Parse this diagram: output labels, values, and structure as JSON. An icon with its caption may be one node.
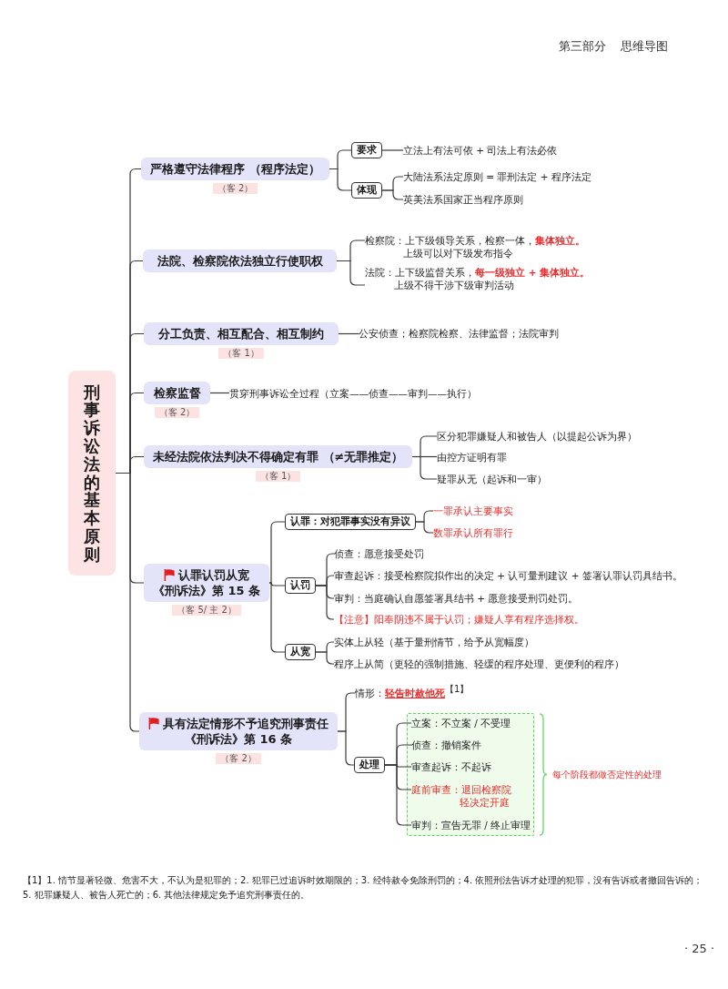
{
  "diagram": {
    "nodes": [
      {
        "text": [
          "刑事诉讼法的基本原则"
        ]
      },
      {
        "text": [
          "严格遵守法律程序 （程序法定）"
        ],
        "beside": [
          "（客 2）"
        ]
      },
      {
        "text": [
          "要求"
        ]
      },
      {
        "text": [
          "立法上有法可依 + 司法上有法必依"
        ]
      },
      {
        "text": [
          "体现"
        ]
      },
      {
        "text": [
          "大陆法系法定原则 = 罪刑法定 + 程序法定"
        ]
      },
      {
        "text": [
          "英美法系国家正当程序原则"
        ]
      },
      {
        "text": [
          "法院、检察院依法独立行使职权"
        ]
      },
      {
        "text": [
          "检察院：上下级领导关系，检察一体，**集体独立。**",
          "上级可以对下级发布指令"
        ]
      },
      {
        "text": [
          "法院：上下级监督关系，**每一级独立 + 集体独立。**",
          "上级不得干涉下级审判活动"
        ]
      },
      {
        "text": [
          "分工负责、相互配合、相互制约"
        ],
        "beside": [
          "（客 1）"
        ]
      },
      {
        "text": [
          "公安侦查；检察院检察、法律监督；法院审判"
        ]
      },
      {
        "text": [
          "检察监督"
        ],
        "beside": [
          "（客 2）"
        ]
      },
      {
        "text": [
          "贯穿刑事诉讼全过程（立案——侦查——审判——执行）"
        ]
      },
      {
        "text": [
          "未经法院依法判决不得确定有罪 （≠无罪推定）"
        ],
        "beside": [
          "（客 1）"
        ]
      },
      {
        "text": [
          "区分犯罪嫌疑人和被告人（以提起公诉为界）"
        ]
      },
      {
        "text": [
          "由控方证明有罪"
        ]
      },
      {
        "text": [
          "疑罪从无（起诉和一审）"
        ]
      },
      {
        "text": [
          "认罪认罚从宽",
          "《刑诉法》第 15 条"
        ],
        "beside": [
          "（客 5/ 主 2）"
        ]
      },
      {
        "text": [
          "认罪：对犯罪事实没有异议"
        ]
      },
      {
        "text": [
          "一罪承认主要事实"
        ]
      },
      {
        "text": [
          "数罪承认所有罪行"
        ]
      },
      {
        "text": [
          "认罚"
        ]
      },
      {
        "text": [
          "侦查：愿意接受处罚"
        ]
      },
      {
        "text": [
          "审查起诉：接受检察院拟作出的决定 + 认可量刑建议 + 签署认罪认罚具结书。"
        ]
      },
      {
        "text": [
          "审判：当庭确认自愿签署具结书 + 愿意接受刑罚处罚。"
        ]
      },
      {
        "text": [
          "【注意】阳奉阴违不属于认罚；嫌疑人享有程序选择权。"
        ]
      },
      {
        "text": [
          "从宽"
        ]
      },
      {
        "text": [
          "实体上从轻（基于量刑情节，给予从宽幅度）"
        ]
      },
      {
        "text": [
          "程序上从简（更轻的强制措施、轻缓的程序处理、更便利的程序）"
        ]
      },
      {
        "text": [
          "具有法定情形不予追究刑事责任",
          "《刑诉法》第 16 条"
        ],
        "beside": [
          "（客 2）"
        ]
      },
      {
        "text": [
          "情形：**轻告时赦他死**$^{【1】}$"
        ]
      },
      {
        "text": [
          "处理"
        ]
      },
      {
        "text": [],
        "shape": "box",
        "beside": [
          "每个阶段都做否定性的处理"
        ]
      },
      {
        "text": [
          "立案：不立案 / 不受理"
        ],
        "in": 33
      },
      {
        "text": [
          "侦查：撤销案件"
        ],
        "in": 33
      },
      {
        "text": [
          "审查起诉：不起诉"
        ],
        "in": 33
      },
      {
        "text": [
          "庭前审查：退回检察院",
          "轻决定开庭"
        ],
        "in": 33
      },
      {
        "text": [
          "审判：宣告无罪 / 终止审理"
        ],
        "in": 33
      }
    ],
    "edges": [
      {
        "from": 0,
        "to": 1,
        "arrow": "none"
      },
      {
        "from": 0,
        "to": 7,
        "arrow": "none"
      },
      {
        "from": 0,
        "to": 10,
        "arrow": "none"
      },
      {
        "from": 0,
        "to": 12,
        "arrow": "none"
      },
      {
        "from": 0,
        "to": 14,
        "arrow": "none"
      },
      {
        "from": 0,
        "to": 18,
        "arrow": "none"
      },
      {
        "from": 0,
        "to": 30,
        "arrow": "none"
      },
      {
        "from": 1,
        "to": 2,
        "arrow": "none"
      },
      {
        "from": 1,
        "to": 4,
        "arrow": "none"
      },
      {
        "from": 2,
        "to": 3,
        "arrow": "none"
      },
      {
        "from": 4,
        "to": 5,
        "arrow": "none"
      },
      {
        "from": 4,
        "to": 6,
        "arrow": "none"
      },
      {
        "from": 7,
        "to": 8,
        "arrow": "none"
      },
      {
        "from": 7,
        "to": 9,
        "arrow": "none"
      },
      {
        "from": 10,
        "to": 11,
        "arrow": "none"
      },
      {
        "from": 12,
        "to": 13,
        "arrow": "none"
      },
      {
        "from": 14,
        "to": 15,
        "arrow": "none"
      },
      {
        "from": 14,
        "to": 16,
        "arrow": "none"
      },
      {
        "from": 14,
        "to": 17,
        "arrow": "none"
      },
      {
        "from": 18,
        "to": 19,
        "arrow": "none"
      },
      {
        "from": 18,
        "to": 22,
        "arrow": "none"
      },
      {
        "from": 18,
        "to": 27,
        "arrow": "none"
      },
      {
        "from": 19,
        "to": 20,
        "arrow": "none"
      },
      {
        "from": 19,
        "to": 21,
        "arrow": "none"
      },
      {
        "from": 22,
        "to": 23,
        "arrow": "none"
      },
      {
        "from": 22,
        "to": 24,
        "arrow": "none"
      },
      {
        "from": 22,
        "to": 25,
        "arrow": "none"
      },
      {
        "from": 22,
        "to": 26,
        "arrow": "none"
      },
      {
        "from": 27,
        "to": 28,
        "arrow": "none"
      },
      {
        "from": 27,
        "to": 29,
        "arrow": "none"
      },
      {
        "from": 30,
        "to": 31,
        "arrow": "none"
      },
      {
        "from": 30,
        "to": 32,
        "arrow": "none"
      },
      {
        "from": 32,
        "to": 34,
        "arrow": "none"
      },
      {
        "from": 32,
        "to": 35,
        "arrow": "none"
      },
      {
        "from": 32,
        "to": 36,
        "arrow": "none"
      },
      {
        "from": 32,
        "to": 37,
        "arrow": "none"
      },
      {
        "from": 32,
        "to": 38,
        "arrow": "none"
      }
    ],
    "labels": [
      "第三部分",
      "思维导图",
      "【1】1. 情节显著轻微、危害不大，不认为是犯罪的；2. 犯罪已过追诉时效期限的；3. 经特赦令免除刑罚的；4. 依照刑法告诉才处理的犯罪，没有告诉或者撤回告诉的；5. 犯罪嫌疑人、被告人死亡的；6. 其他法律规定免予追究刑事责任的。",
      "· 25 ·"
    ]
  }
}
